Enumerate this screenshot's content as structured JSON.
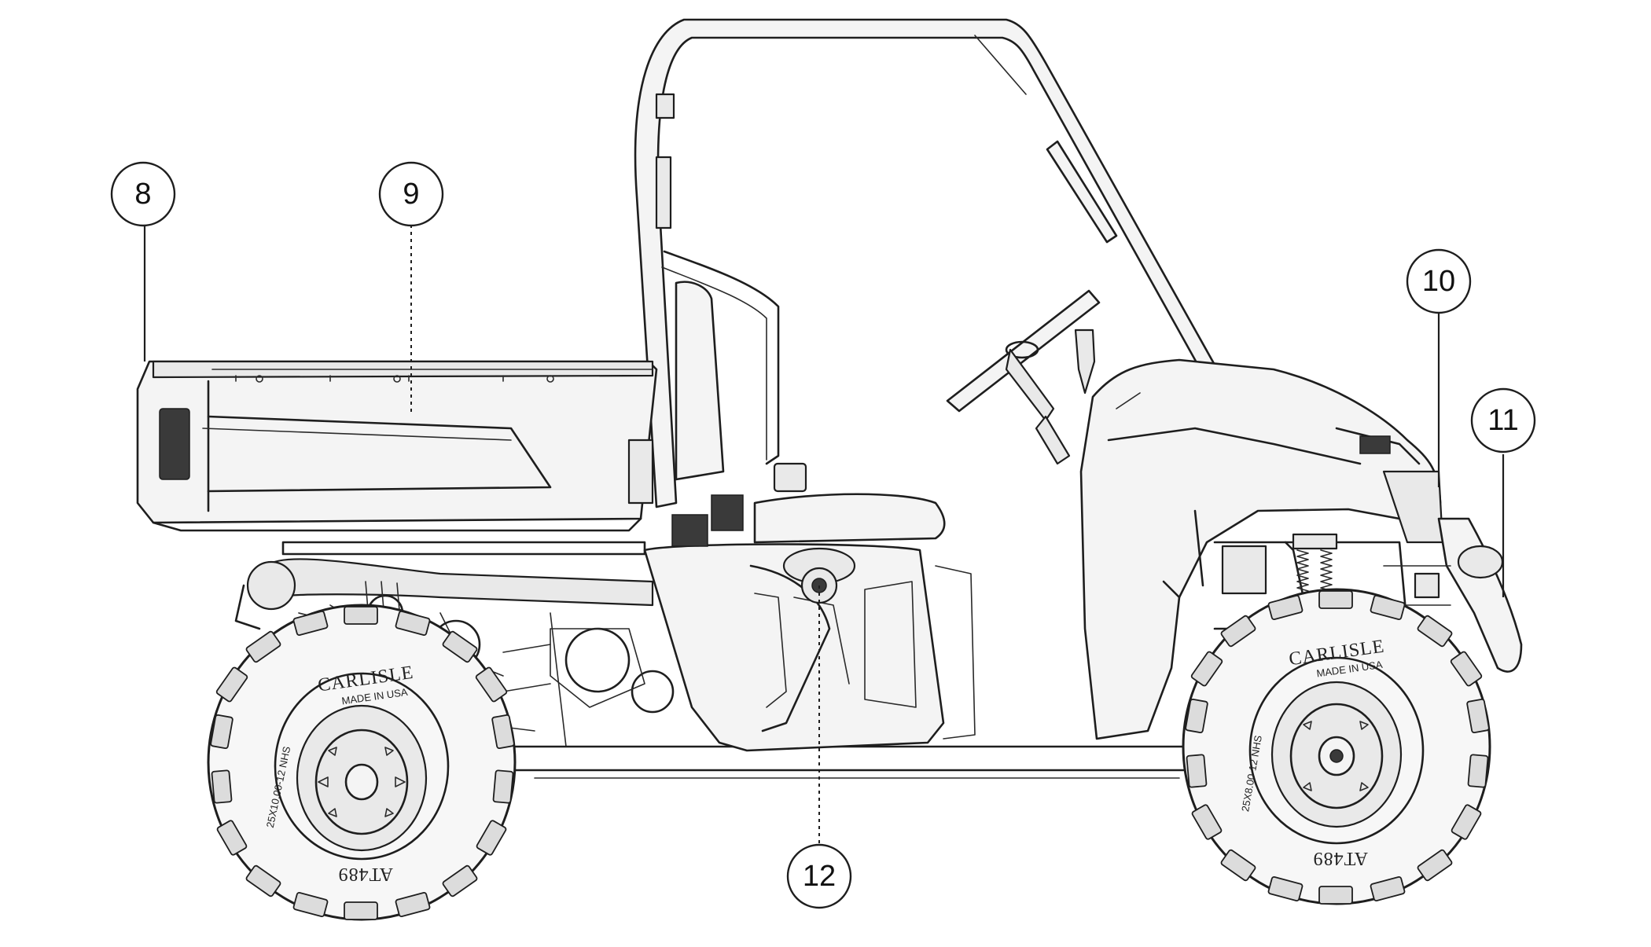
{
  "callouts": [
    {
      "id": "8",
      "label": "8"
    },
    {
      "id": "9",
      "label": "9"
    },
    {
      "id": "10",
      "label": "10"
    },
    {
      "id": "11",
      "label": "11"
    },
    {
      "id": "12",
      "label": "12"
    }
  ],
  "tire_markings": {
    "brand": "CARLISLE",
    "origin": "MADE IN USA",
    "model": "AT489",
    "rear_size": "25X10.00-12 NHS",
    "front_size": "25X8.00-12 NHS"
  }
}
